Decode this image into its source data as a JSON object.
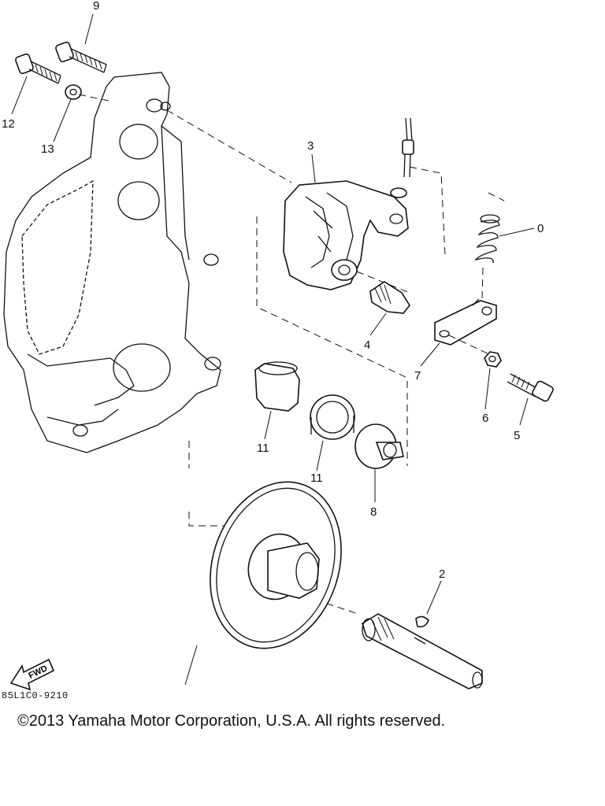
{
  "diagram": {
    "callouts": [
      {
        "id": "c9",
        "label": "9"
      },
      {
        "id": "c12",
        "label": "12"
      },
      {
        "id": "c13",
        "label": "13"
      },
      {
        "id": "c3",
        "label": "3"
      },
      {
        "id": "c0",
        "label": "0"
      },
      {
        "id": "c4",
        "label": "4"
      },
      {
        "id": "c7",
        "label": "7"
      },
      {
        "id": "c6",
        "label": "6"
      },
      {
        "id": "c5",
        "label": "5"
      },
      {
        "id": "c11a",
        "label": "11"
      },
      {
        "id": "c11b",
        "label": "11"
      },
      {
        "id": "c8",
        "label": "8"
      },
      {
        "id": "c2",
        "label": "2"
      }
    ],
    "fwd_label": "FWD",
    "reference_code": "85L1C0-9210"
  },
  "footer": {
    "copyright": "©2013 Yamaha Motor Corporation, U.S.A. All rights reserved."
  }
}
